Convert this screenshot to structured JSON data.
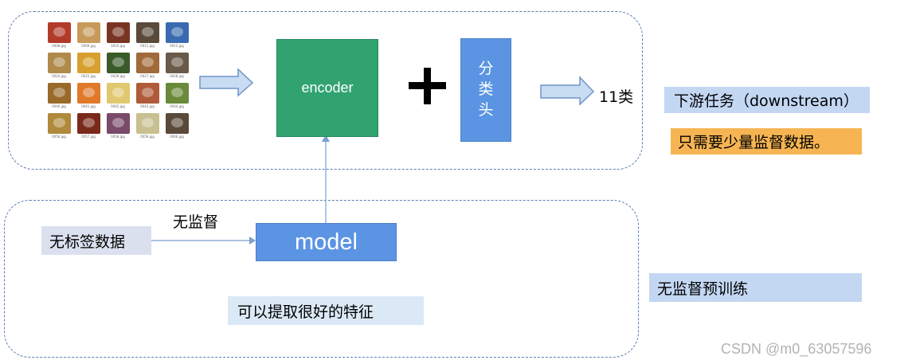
{
  "thumbnails": [
    {
      "caption": "0008.jpg",
      "color": "#b23a2a"
    },
    {
      "caption": "0009.jpg",
      "color": "#c89a5a"
    },
    {
      "caption": "0010.jpg",
      "color": "#7a3424"
    },
    {
      "caption": "0011.jpg",
      "color": "#5a4a3a"
    },
    {
      "caption": "0012.jpg",
      "color": "#3a6ab0"
    },
    {
      "caption": "0024.jpg",
      "color": "#b08a4a"
    },
    {
      "caption": "0025.jpg",
      "color": "#d8a030"
    },
    {
      "caption": "0026.jpg",
      "color": "#3a5a2a"
    },
    {
      "caption": "0027.jpg",
      "color": "#a06a3a"
    },
    {
      "caption": "0028.jpg",
      "color": "#6a5a4a"
    },
    {
      "caption": "0040.jpg",
      "color": "#9a6a2a"
    },
    {
      "caption": "0041.jpg",
      "color": "#e07a2a"
    },
    {
      "caption": "0042.jpg",
      "color": "#e0c870"
    },
    {
      "caption": "0043.jpg",
      "color": "#b05a3a"
    },
    {
      "caption": "0044.jpg",
      "color": "#6a8a3a"
    },
    {
      "caption": "0056.jpg",
      "color": "#b08a3a"
    },
    {
      "caption": "0057.jpg",
      "color": "#7a2a1a"
    },
    {
      "caption": "0058.jpg",
      "color": "#7a4a6a"
    },
    {
      "caption": "0059.jpg",
      "color": "#c8c090"
    },
    {
      "caption": "0060.jpg",
      "color": "#5a4a3a"
    }
  ],
  "encoder_label": "encoder",
  "head_chars": [
    "分",
    "类",
    "头"
  ],
  "output_label": "11类",
  "downstream_label": "下游任务（downstream）",
  "downstream_note": "只需要少量监督数据。",
  "unlabeled_label": "无标签数据",
  "unsupervised_label": "无监督",
  "model_label": "model",
  "feature_label": "可以提取很好的特征",
  "pretrain_label": "无监督预训练",
  "watermark": "CSDN @m0_63057596",
  "colors": {
    "encoder": "#31a370",
    "blue_block": "#5b94e2",
    "label_blue": "#c3d7f3",
    "label_orange": "#f6b452",
    "label_light": "#dbe9f6",
    "dashed": "#5b7fb5",
    "arrow_fill": "#c8dcf2",
    "arrow_stroke": "#6f95c8"
  }
}
